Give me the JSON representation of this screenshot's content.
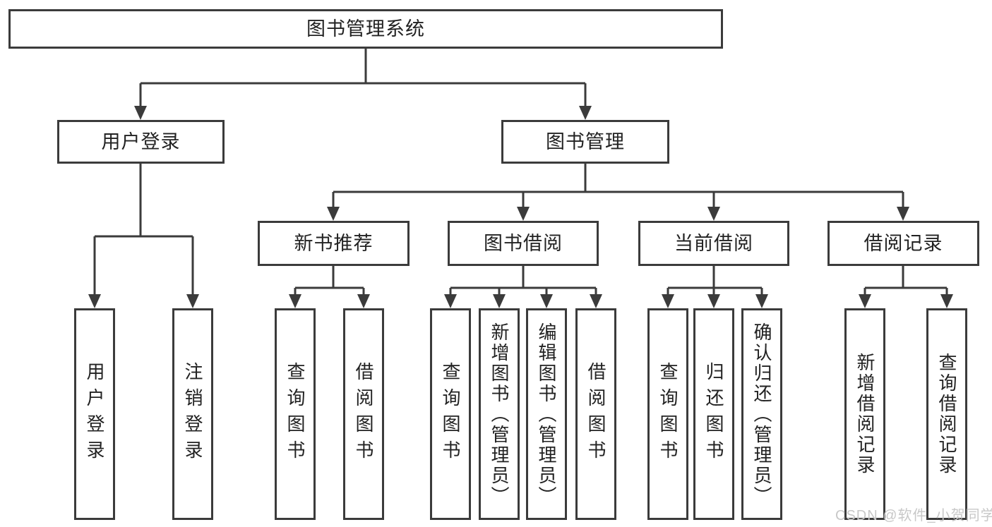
{
  "tree": {
    "root": {
      "label": "图书管理系统"
    },
    "branches": [
      {
        "label": "用户登录",
        "children": [
          {
            "label": "用户登录"
          },
          {
            "label": "注销登录"
          }
        ]
      },
      {
        "label": "图书管理",
        "children": [
          {
            "label": "新书推荐",
            "children": [
              {
                "label": "查询图书"
              },
              {
                "label": "借阅图书"
              }
            ]
          },
          {
            "label": "图书借阅",
            "children": [
              {
                "label": "查询图书"
              },
              {
                "label": "新增图书（管理员）"
              },
              {
                "label": "编辑图书（管理员）"
              },
              {
                "label": "借阅图书"
              }
            ]
          },
          {
            "label": "当前借阅",
            "children": [
              {
                "label": "查询图书"
              },
              {
                "label": "归还图书"
              },
              {
                "label": "确认归还（管理员）"
              }
            ]
          },
          {
            "label": "借阅记录",
            "children": [
              {
                "label": "新增借阅记录"
              },
              {
                "label": "查询借阅记录"
              }
            ]
          }
        ]
      }
    ]
  },
  "watermark": "CSDN @软件_小贺同学",
  "colors": {
    "line": "#3b3b3b",
    "box_border": "#3b3b3b",
    "box_fill": "#ffffff",
    "text": "#222222",
    "watermark": "#c8c8c8"
  }
}
